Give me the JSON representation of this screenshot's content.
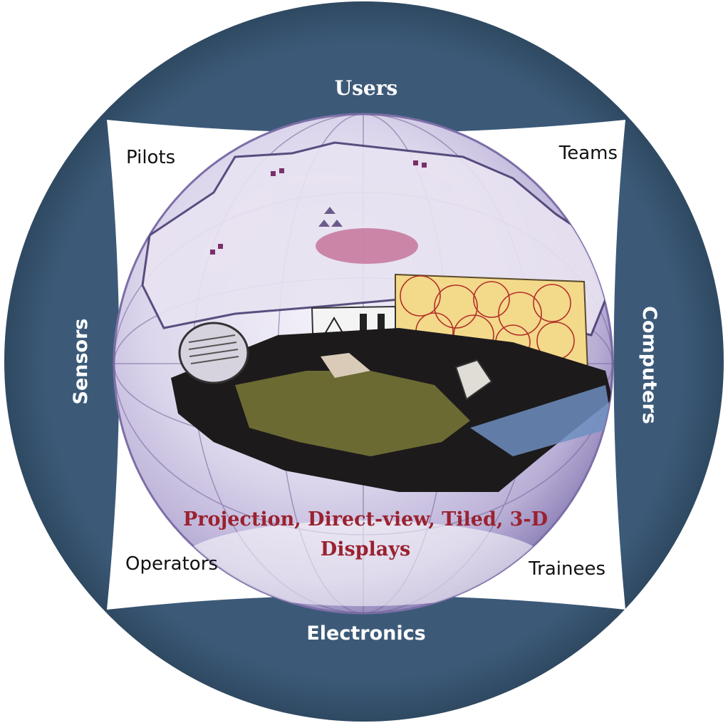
{
  "colors": {
    "ring": "#3c5a78",
    "window": "#ffffff",
    "center_text": "#9a2230",
    "globe_tint": "#c9c3e0"
  },
  "ring_labels": {
    "top": "Users",
    "bottom": "Electronics",
    "left": "Sensors",
    "right": "Computers"
  },
  "corner_labels": {
    "top_left": "Pilots",
    "top_right": "Teams",
    "bottom_left": "Operators",
    "bottom_right": "Trainees"
  },
  "center": {
    "line1": "Projection, Direct-view, Tiled, 3-D",
    "line2": "Displays"
  },
  "illustration": "globe-with-pilot-illustration"
}
